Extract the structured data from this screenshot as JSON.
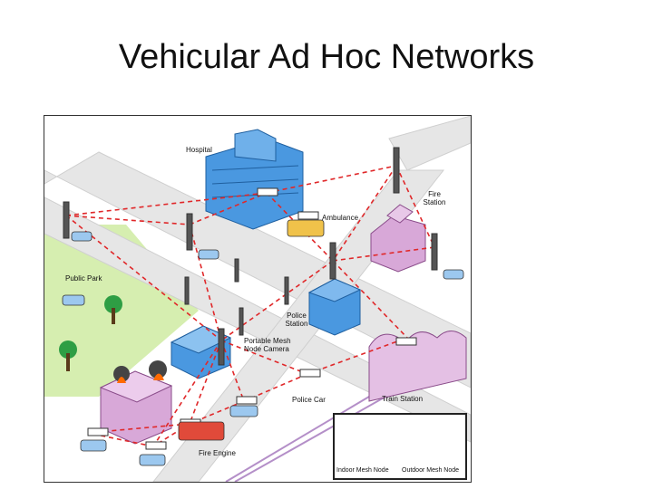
{
  "slide": {
    "title": "Vehicular Ad Hoc Networks"
  },
  "diagram": {
    "labels": {
      "hospital": "Hospital",
      "fire_station": "Fire\nStation",
      "ambulance": "Ambulance",
      "public_park": "Public Park",
      "police_station": "Police\nStation",
      "portable_camera": "Portable Mesh\nNode Camera",
      "police_car": "Police Car",
      "train_station": "Train Station",
      "fire_engine": "Fire Engine"
    },
    "legend": {
      "indoor": "Indoor Mesh Node",
      "outdoor": "Outdoor Mesh Node"
    },
    "colors": {
      "link": "#e0282a",
      "building_blue": "#3f8fd8",
      "building_purple": "#d8a8d8",
      "park": "#d6eeb0",
      "road": "#e6e6e6",
      "vehicle_blue": "#9cc8ef",
      "ambulance": "#f0c24a",
      "fire_engine": "#e04a3a"
    }
  }
}
